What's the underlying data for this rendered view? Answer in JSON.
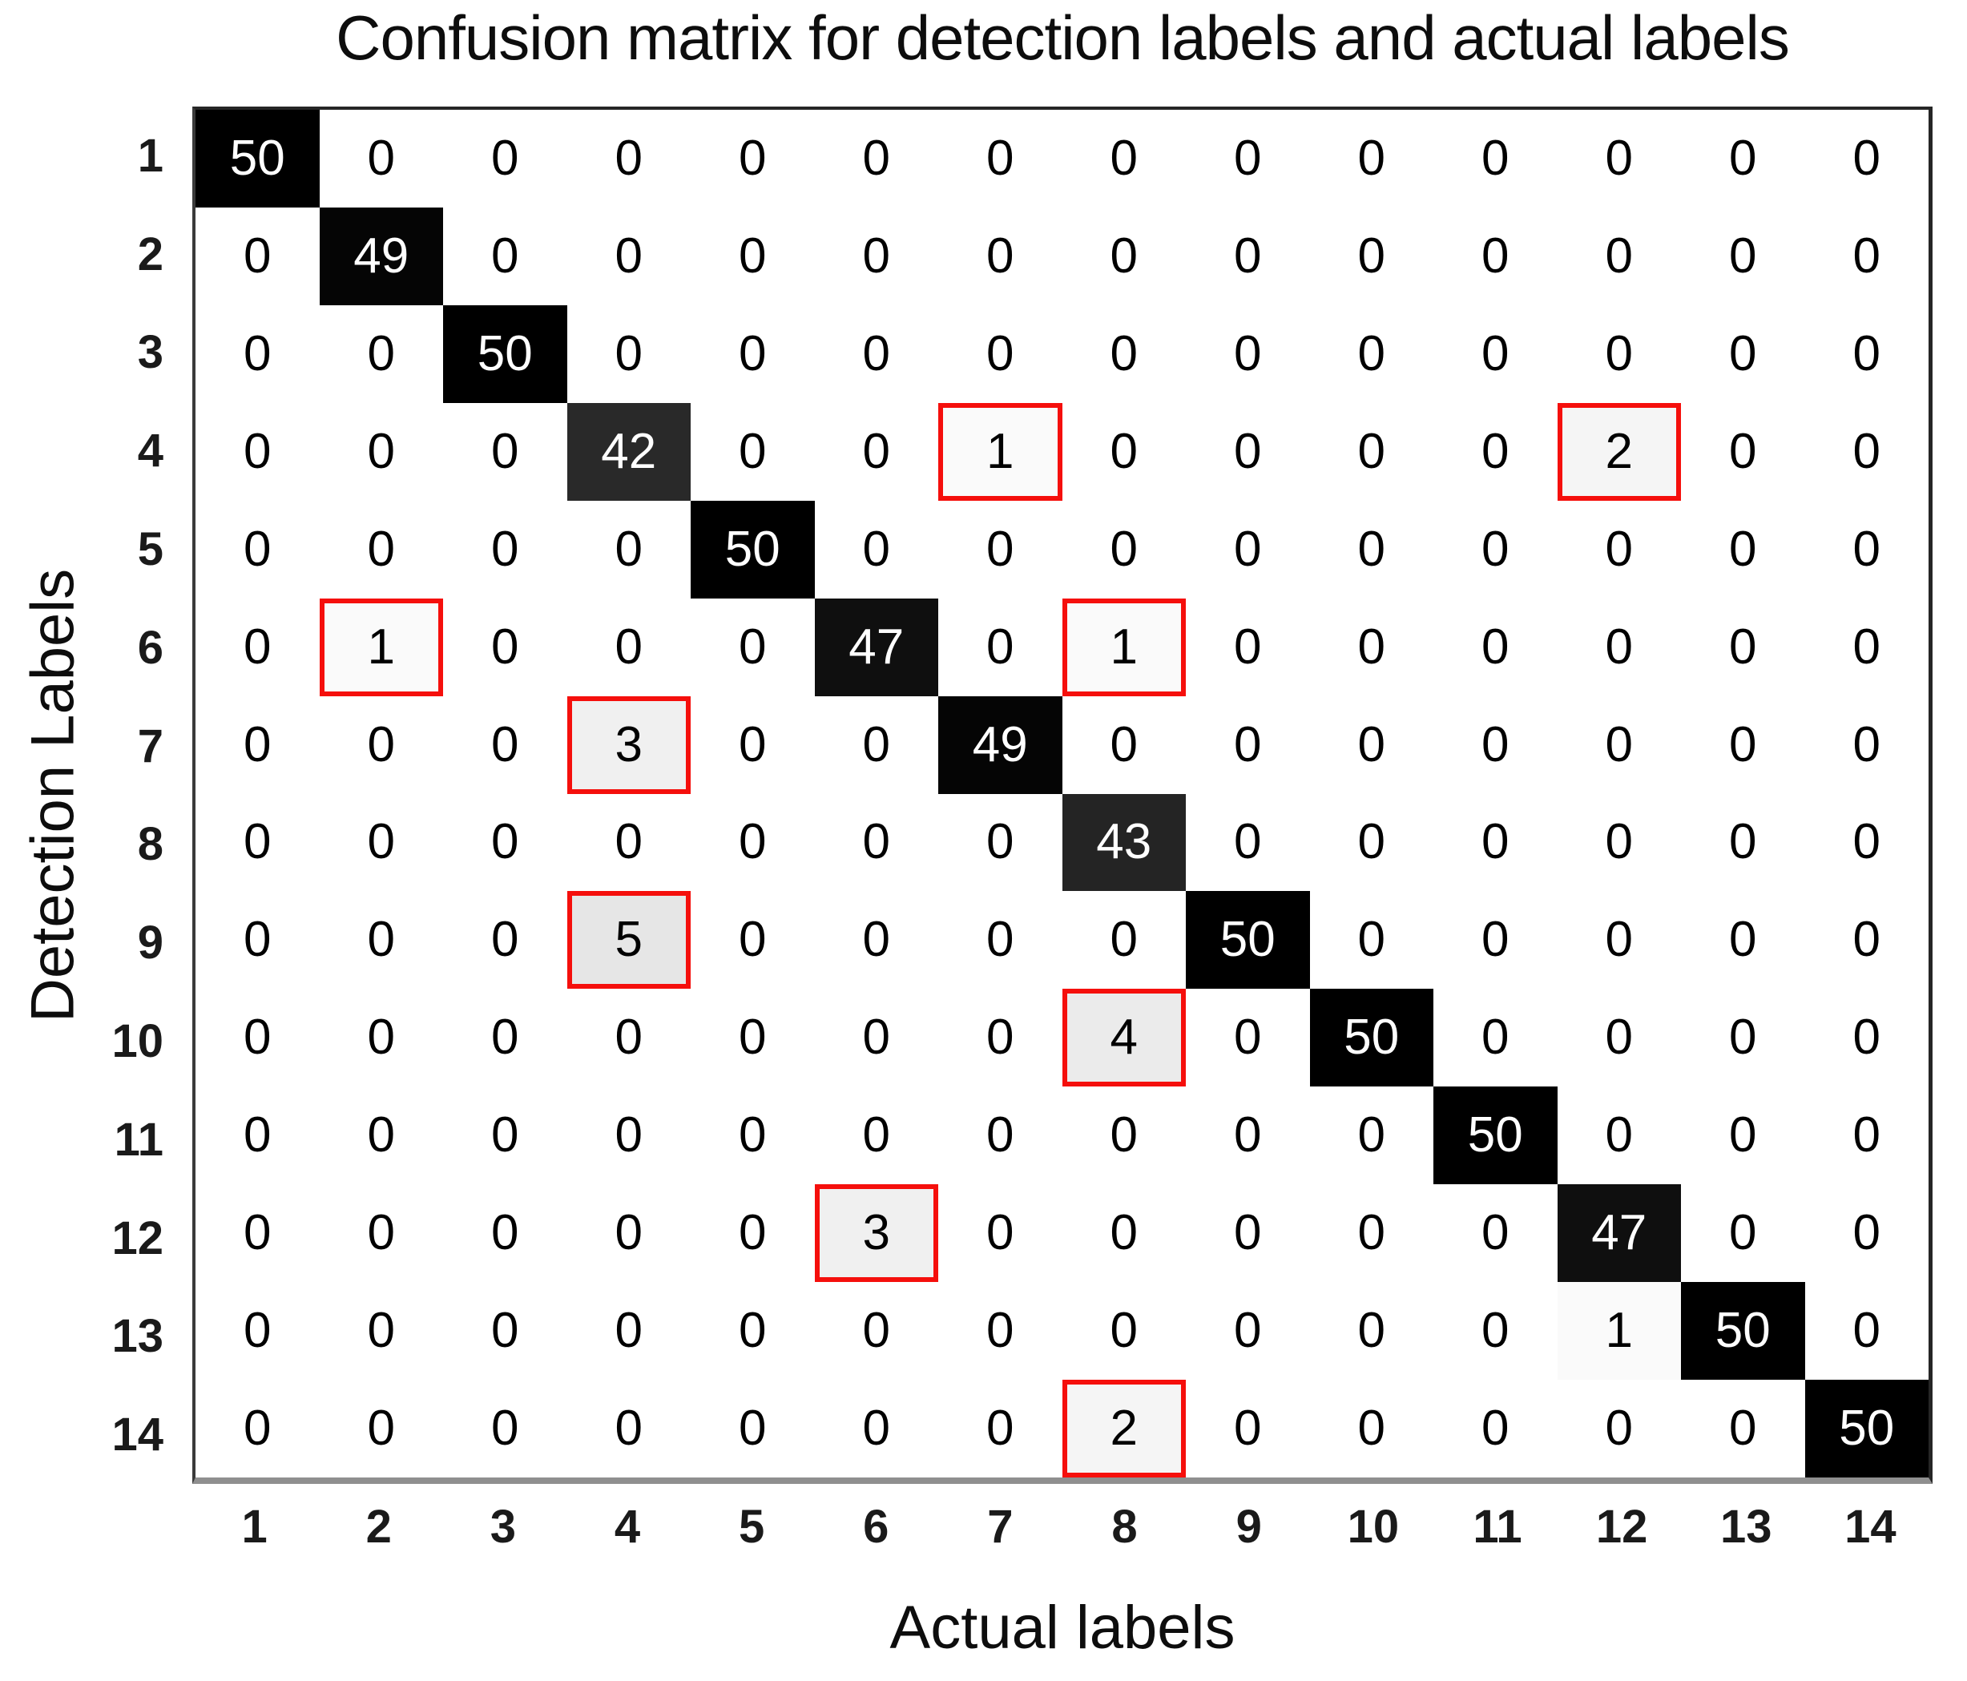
{
  "figure": {
    "title": "Confusion matrix for detection labels and actual labels",
    "x_axis": {
      "title": "Actual labels",
      "tick_labels": [
        "1",
        "2",
        "3",
        "4",
        "5",
        "6",
        "7",
        "8",
        "9",
        "10",
        "11",
        "12",
        "13",
        "14"
      ]
    },
    "y_axis": {
      "title": "Detection Labels",
      "tick_labels": [
        "1",
        "2",
        "3",
        "4",
        "5",
        "6",
        "7",
        "8",
        "9",
        "10",
        "11",
        "12",
        "13",
        "14"
      ]
    }
  },
  "colors": {
    "cell_min": "#ffffff",
    "cell_max": "#000000",
    "highlight_border": "#f50f0c",
    "text_on_dark": "#ffffff",
    "text_on_light": "#000000",
    "plot_border": "#262626",
    "axis_line": "#8f8f8f"
  },
  "chart_data": {
    "type": "heatmap",
    "title": "Confusion matrix for detection labels and actual labels",
    "xlabel": "Actual labels",
    "ylabel": "Detection Labels",
    "x_categories": [
      "1",
      "2",
      "3",
      "4",
      "5",
      "6",
      "7",
      "8",
      "9",
      "10",
      "11",
      "12",
      "13",
      "14"
    ],
    "y_categories": [
      "1",
      "2",
      "3",
      "4",
      "5",
      "6",
      "7",
      "8",
      "9",
      "10",
      "11",
      "12",
      "13",
      "14"
    ],
    "value_range": [
      0,
      50
    ],
    "colormap": "linear: 0 = white, 50 = black",
    "legend": "none",
    "matrix": [
      [
        50,
        0,
        0,
        0,
        0,
        0,
        0,
        0,
        0,
        0,
        0,
        0,
        0,
        0
      ],
      [
        0,
        49,
        0,
        0,
        0,
        0,
        0,
        0,
        0,
        0,
        0,
        0,
        0,
        0
      ],
      [
        0,
        0,
        50,
        0,
        0,
        0,
        0,
        0,
        0,
        0,
        0,
        0,
        0,
        0
      ],
      [
        0,
        0,
        0,
        42,
        0,
        0,
        1,
        0,
        0,
        0,
        0,
        2,
        0,
        0
      ],
      [
        0,
        0,
        0,
        0,
        50,
        0,
        0,
        0,
        0,
        0,
        0,
        0,
        0,
        0
      ],
      [
        0,
        1,
        0,
        0,
        0,
        47,
        0,
        1,
        0,
        0,
        0,
        0,
        0,
        0
      ],
      [
        0,
        0,
        0,
        3,
        0,
        0,
        49,
        0,
        0,
        0,
        0,
        0,
        0,
        0
      ],
      [
        0,
        0,
        0,
        0,
        0,
        0,
        0,
        43,
        0,
        0,
        0,
        0,
        0,
        0
      ],
      [
        0,
        0,
        0,
        5,
        0,
        0,
        0,
        0,
        50,
        0,
        0,
        0,
        0,
        0
      ],
      [
        0,
        0,
        0,
        0,
        0,
        0,
        0,
        4,
        0,
        50,
        0,
        0,
        0,
        0
      ],
      [
        0,
        0,
        0,
        0,
        0,
        0,
        0,
        0,
        0,
        0,
        50,
        0,
        0,
        0
      ],
      [
        0,
        0,
        0,
        0,
        0,
        3,
        0,
        0,
        0,
        0,
        0,
        47,
        0,
        0
      ],
      [
        0,
        0,
        0,
        0,
        0,
        0,
        0,
        0,
        0,
        0,
        0,
        1,
        50,
        0
      ],
      [
        0,
        0,
        0,
        0,
        0,
        0,
        0,
        2,
        0,
        0,
        0,
        0,
        0,
        50
      ]
    ],
    "highlighted_cells": [
      {
        "row": 4,
        "col": 7,
        "value": 1
      },
      {
        "row": 4,
        "col": 12,
        "value": 2
      },
      {
        "row": 6,
        "col": 2,
        "value": 1
      },
      {
        "row": 6,
        "col": 8,
        "value": 1
      },
      {
        "row": 7,
        "col": 4,
        "value": 3
      },
      {
        "row": 9,
        "col": 4,
        "value": 5
      },
      {
        "row": 10,
        "col": 8,
        "value": 4
      },
      {
        "row": 12,
        "col": 6,
        "value": 3
      },
      {
        "row": 14,
        "col": 8,
        "value": 2
      }
    ]
  }
}
